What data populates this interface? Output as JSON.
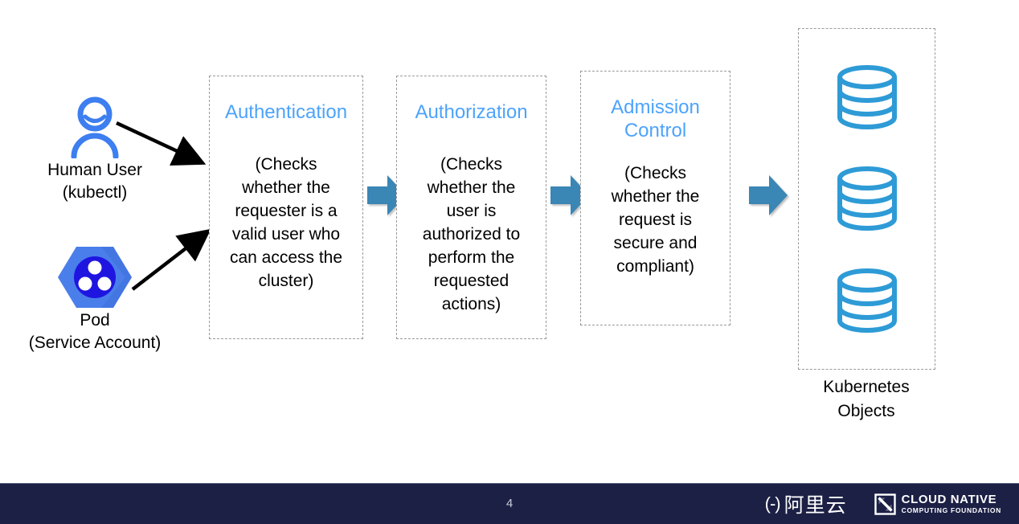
{
  "slide": {
    "page_number": "4",
    "accent_blue": "#4da3fb",
    "arrow_blue": "#3a86b5",
    "icon_blue": "#2e9bd6",
    "footer_bg": "#1c2045"
  },
  "actors": [
    {
      "icon": "user-outline-icon",
      "label": "Human User\n(kubectl)"
    },
    {
      "icon": "kubernetes-pod-hexagon-icon",
      "label": "Pod\n(Service Account)"
    }
  ],
  "stages": [
    {
      "title": "Authentication",
      "description": "(Checks\nwhether the\nrequester is a\nvalid user who\ncan access the\ncluster)"
    },
    {
      "title": "Authorization",
      "description": "(Checks\nwhether the\nuser is\nauthorized to\nperform the\nrequested\nactions)"
    },
    {
      "title": "Admission\nControl",
      "description": "(Checks\nwhether the\nrequest is\nsecure and\ncompliant)"
    }
  ],
  "flow_arrows": [
    {
      "icon": "block-arrow-right-icon"
    },
    {
      "icon": "block-arrow-right-icon"
    },
    {
      "icon": "block-arrow-right-icon"
    }
  ],
  "objects_panel": {
    "label": "Kubernetes\nObjects",
    "items": [
      {
        "icon": "database-cylinder-icon"
      },
      {
        "icon": "database-cylinder-icon"
      },
      {
        "icon": "database-cylinder-icon"
      }
    ]
  },
  "footer": {
    "alibaba": {
      "mark": "(-)",
      "text": "阿里云"
    },
    "cncf": {
      "line1": "CLOUD NATIVE",
      "line2": "COMPUTING FOUNDATION"
    }
  }
}
